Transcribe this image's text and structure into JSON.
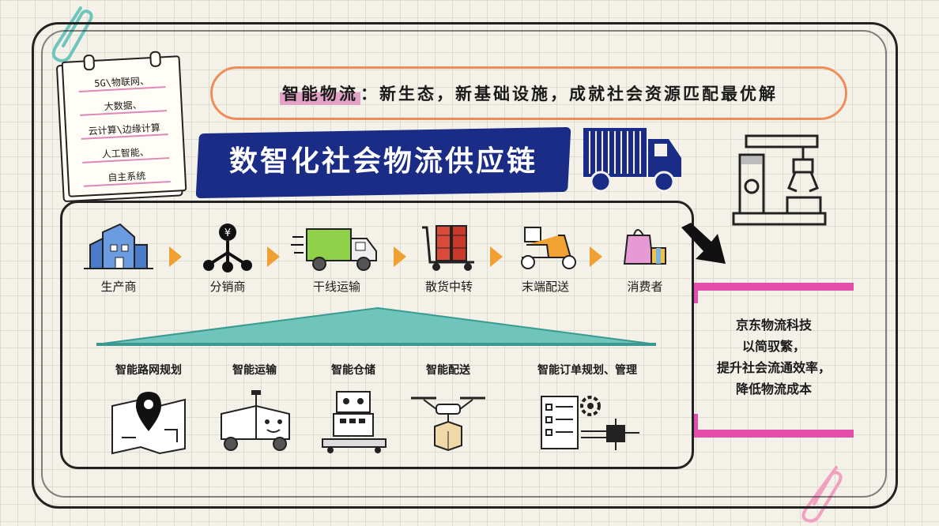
{
  "note": {
    "lines": [
      "5G\\物联网、",
      "大数据、",
      "云计算\\边缘计算",
      "人工智能、",
      "自主系统"
    ]
  },
  "header": {
    "highlight": "智能物流",
    "rest": "：新生态，新基础设施，成就社会资源匹配最优解"
  },
  "banner": {
    "title": "数智化社会物流供应链"
  },
  "flow": {
    "steps": [
      {
        "label": "生产商",
        "icon": "factory-icon"
      },
      {
        "label": "分销商",
        "icon": "distribution-icon"
      },
      {
        "label": "干线运输",
        "icon": "truck-icon"
      },
      {
        "label": "散货中转",
        "icon": "cargo-cart-icon"
      },
      {
        "label": "末端配送",
        "icon": "scooter-icon"
      },
      {
        "label": "消费者",
        "icon": "shopping-bag-icon"
      }
    ],
    "currency_symbol": "¥"
  },
  "functions": {
    "items": [
      {
        "label": "智能路网规划",
        "icon": "map-pin-icon"
      },
      {
        "label": "智能运输",
        "icon": "robot-vehicle-icon"
      },
      {
        "label": "智能仓储",
        "icon": "warehouse-robot-icon"
      },
      {
        "label": "智能配送",
        "icon": "drone-icon"
      },
      {
        "label": "智能订单规划、管理",
        "icon": "checklist-gear-icon"
      }
    ]
  },
  "right_box": {
    "lines": [
      "京东物流科技",
      "以简驭繁，",
      "提升社会流通效率，",
      "降低物流成本"
    ]
  },
  "colors": {
    "banner": "#1a2c86",
    "cloud_border": "#ef8d5a",
    "highlight": "#e3a3c7",
    "arrow": "#f0a030",
    "triangle": "#6fc4bc",
    "pink": "#e24ea8",
    "truck_green": "#8fd24a",
    "scooter_orange": "#f2a233",
    "bag_pink": "#e69ad4"
  }
}
